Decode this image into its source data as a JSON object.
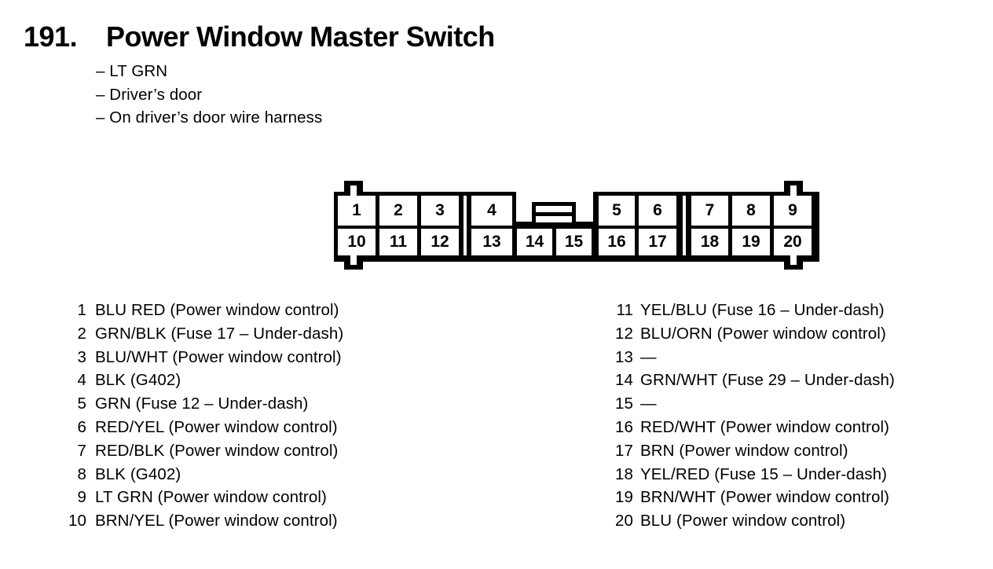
{
  "colors": {
    "ink": "#000000",
    "paper": "#ffffff"
  },
  "title": {
    "number": "191.",
    "text": "Power Window Master Switch"
  },
  "notes": [
    "– LT GRN",
    "– Driver’s door",
    "– On driver’s door wire harness"
  ],
  "connector": {
    "pins": [
      "1",
      "2",
      "3",
      "4",
      "5",
      "6",
      "7",
      "8",
      "9",
      "10",
      "11",
      "12",
      "13",
      "14",
      "15",
      "16",
      "17",
      "18",
      "19",
      "20"
    ]
  },
  "pin_list": {
    "left": [
      {
        "num": "1",
        "desc": "BLU RED (Power window control)"
      },
      {
        "num": "2",
        "desc": "GRN/BLK (Fuse 17 – Under-dash)"
      },
      {
        "num": "3",
        "desc": "BLU/WHT (Power window control)"
      },
      {
        "num": "4",
        "desc": "BLK (G402)"
      },
      {
        "num": "5",
        "desc": "GRN (Fuse 12 – Under-dash)"
      },
      {
        "num": "6",
        "desc": "RED/YEL (Power window control)"
      },
      {
        "num": "7",
        "desc": "RED/BLK (Power window control)"
      },
      {
        "num": "8",
        "desc": "BLK (G402)"
      },
      {
        "num": "9",
        "desc": "LT GRN (Power window control)"
      },
      {
        "num": "10",
        "desc": "BRN/YEL (Power window control)"
      }
    ],
    "right": [
      {
        "num": "11",
        "desc": "YEL/BLU (Fuse 16 – Under-dash)"
      },
      {
        "num": "12",
        "desc": "BLU/ORN (Power window control)"
      },
      {
        "num": "13",
        "desc": "—"
      },
      {
        "num": "14",
        "desc": "GRN/WHT (Fuse 29 – Under-dash)"
      },
      {
        "num": "15",
        "desc": "—"
      },
      {
        "num": "16",
        "desc": "RED/WHT (Power window control)"
      },
      {
        "num": "17",
        "desc": "BRN (Power window control)"
      },
      {
        "num": "18",
        "desc": "YEL/RED (Fuse 15 – Under-dash)"
      },
      {
        "num": "19",
        "desc": "BRN/WHT (Power window control)"
      },
      {
        "num": "20",
        "desc": "BLU (Power window control)"
      }
    ]
  }
}
